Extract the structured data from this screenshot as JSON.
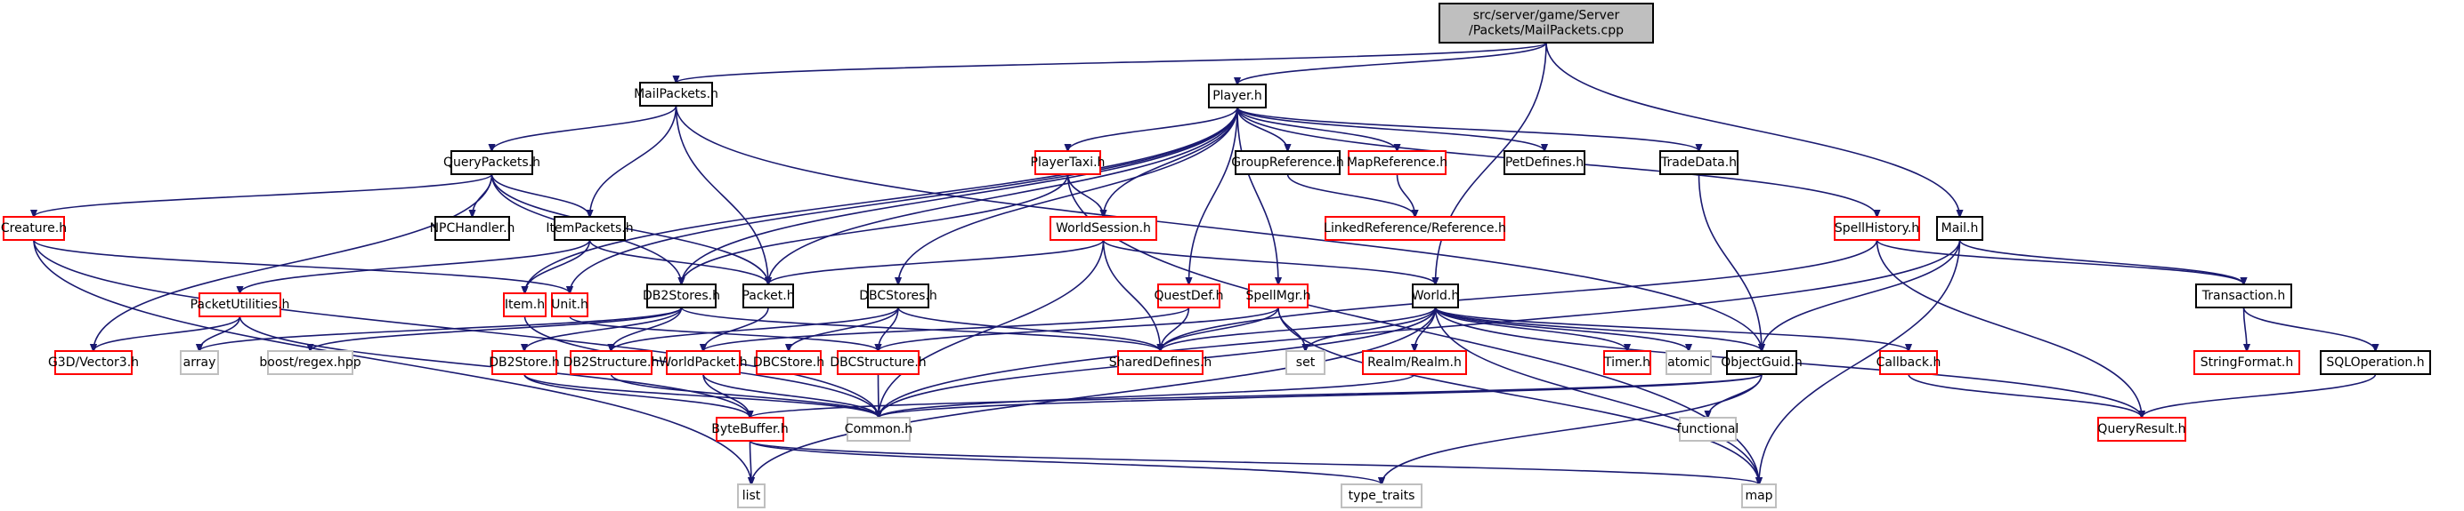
{
  "diagram": {
    "title": "Include dependency graph for MailPackets.cpp",
    "colors": {
      "edge": "#191970",
      "root_fill": "#bfbfbf",
      "documented_border": "#000000",
      "undocumented_border": "#ff0000",
      "system_border": "#bfbfbf"
    },
    "nodes": [
      {
        "id": "root",
        "label": "src/server/game/Server\n/Packets/MailPackets.cpp",
        "kind": "root"
      },
      {
        "id": "MailPackets",
        "label": "MailPackets.h",
        "kind": "documented"
      },
      {
        "id": "Player",
        "label": "Player.h",
        "kind": "documented"
      },
      {
        "id": "QueryPackets",
        "label": "QueryPackets.h",
        "kind": "documented"
      },
      {
        "id": "PlayerTaxi",
        "label": "PlayerTaxi.h",
        "kind": "incomplete"
      },
      {
        "id": "GroupReference",
        "label": "GroupReference.h",
        "kind": "documented"
      },
      {
        "id": "MapReference",
        "label": "MapReference.h",
        "kind": "incomplete"
      },
      {
        "id": "PetDefines",
        "label": "PetDefines.h",
        "kind": "documented"
      },
      {
        "id": "TradeData",
        "label": "TradeData.h",
        "kind": "documented"
      },
      {
        "id": "Creature",
        "label": "Creature.h",
        "kind": "incomplete"
      },
      {
        "id": "NPCHandler",
        "label": "NPCHandler.h",
        "kind": "documented"
      },
      {
        "id": "ItemPackets",
        "label": "ItemPackets.h",
        "kind": "documented"
      },
      {
        "id": "WorldSession",
        "label": "WorldSession.h",
        "kind": "incomplete"
      },
      {
        "id": "LinkedReference",
        "label": "LinkedReference/Reference.h",
        "kind": "incomplete"
      },
      {
        "id": "SpellHistory",
        "label": "SpellHistory.h",
        "kind": "incomplete"
      },
      {
        "id": "Mail",
        "label": "Mail.h",
        "kind": "documented"
      },
      {
        "id": "PacketUtilities",
        "label": "PacketUtilities.h",
        "kind": "incomplete"
      },
      {
        "id": "Item",
        "label": "Item.h",
        "kind": "incomplete"
      },
      {
        "id": "Unit",
        "label": "Unit.h",
        "kind": "incomplete"
      },
      {
        "id": "DB2Stores",
        "label": "DB2Stores.h",
        "kind": "documented"
      },
      {
        "id": "Packet",
        "label": "Packet.h",
        "kind": "documented"
      },
      {
        "id": "DBCStores",
        "label": "DBCStores.h",
        "kind": "documented"
      },
      {
        "id": "QuestDef",
        "label": "QuestDef.h",
        "kind": "incomplete"
      },
      {
        "id": "SpellMgr",
        "label": "SpellMgr.h",
        "kind": "incomplete"
      },
      {
        "id": "World",
        "label": "World.h",
        "kind": "documented"
      },
      {
        "id": "Transaction",
        "label": "Transaction.h",
        "kind": "documented"
      },
      {
        "id": "G3DVector3",
        "label": "G3D/Vector3.h",
        "kind": "incomplete"
      },
      {
        "id": "array",
        "label": "array",
        "kind": "system"
      },
      {
        "id": "boostregex",
        "label": "boost/regex.hpp",
        "kind": "system"
      },
      {
        "id": "DB2Store",
        "label": "DB2Store.h",
        "kind": "incomplete"
      },
      {
        "id": "DB2Structure",
        "label": "DB2Structure.h",
        "kind": "incomplete"
      },
      {
        "id": "WorldPacket",
        "label": "WorldPacket.h",
        "kind": "incomplete"
      },
      {
        "id": "DBCStore",
        "label": "DBCStore.h",
        "kind": "incomplete"
      },
      {
        "id": "DBCStructure",
        "label": "DBCStructure.h",
        "kind": "incomplete"
      },
      {
        "id": "SharedDefines",
        "label": "SharedDefines.h",
        "kind": "incomplete"
      },
      {
        "id": "set",
        "label": "set",
        "kind": "system"
      },
      {
        "id": "Realm",
        "label": "Realm/Realm.h",
        "kind": "incomplete"
      },
      {
        "id": "Timer",
        "label": "Timer.h",
        "kind": "incomplete"
      },
      {
        "id": "atomic",
        "label": "atomic",
        "kind": "system"
      },
      {
        "id": "ObjectGuid",
        "label": "ObjectGuid.h",
        "kind": "documented"
      },
      {
        "id": "Callback",
        "label": "Callback.h",
        "kind": "incomplete"
      },
      {
        "id": "StringFormat",
        "label": "StringFormat.h",
        "kind": "incomplete"
      },
      {
        "id": "SQLOperation",
        "label": "SQLOperation.h",
        "kind": "documented"
      },
      {
        "id": "ByteBuffer",
        "label": "ByteBuffer.h",
        "kind": "incomplete"
      },
      {
        "id": "Common",
        "label": "Common.h",
        "kind": "system"
      },
      {
        "id": "functional",
        "label": "functional",
        "kind": "system"
      },
      {
        "id": "QueryResult",
        "label": "QueryResult.h",
        "kind": "incomplete"
      },
      {
        "id": "list",
        "label": "list",
        "kind": "system"
      },
      {
        "id": "type_traits",
        "label": "type_traits",
        "kind": "system"
      },
      {
        "id": "map",
        "label": "map",
        "kind": "system"
      }
    ],
    "edges": [
      [
        "root",
        "MailPackets"
      ],
      [
        "root",
        "Player"
      ],
      [
        "root",
        "World"
      ],
      [
        "root",
        "Mail"
      ],
      [
        "MailPackets",
        "QueryPackets"
      ],
      [
        "MailPackets",
        "ItemPackets"
      ],
      [
        "MailPackets",
        "Packet"
      ],
      [
        "MailPackets",
        "ObjectGuid"
      ],
      [
        "Player",
        "PlayerTaxi"
      ],
      [
        "Player",
        "GroupReference"
      ],
      [
        "Player",
        "MapReference"
      ],
      [
        "Player",
        "PetDefines"
      ],
      [
        "Player",
        "TradeData"
      ],
      [
        "Player",
        "SpellHistory"
      ],
      [
        "Player",
        "WorldSession"
      ],
      [
        "Player",
        "DBCStores"
      ],
      [
        "Player",
        "QuestDef"
      ],
      [
        "Player",
        "SpellMgr"
      ],
      [
        "Player",
        "Item"
      ],
      [
        "Player",
        "Unit"
      ],
      [
        "Player",
        "DB2Stores"
      ],
      [
        "Player",
        "Packet"
      ],
      [
        "QueryPackets",
        "Creature"
      ],
      [
        "QueryPackets",
        "NPCHandler"
      ],
      [
        "QueryPackets",
        "ItemPackets"
      ],
      [
        "QueryPackets",
        "Packet"
      ],
      [
        "QueryPackets",
        "DB2Stores"
      ],
      [
        "QueryPackets",
        "G3DVector3"
      ],
      [
        "PlayerTaxi",
        "WorldSession"
      ],
      [
        "PlayerTaxi",
        "DB2Stores"
      ],
      [
        "PlayerTaxi",
        "map"
      ],
      [
        "GroupReference",
        "LinkedReference"
      ],
      [
        "MapReference",
        "LinkedReference"
      ],
      [
        "TradeData",
        "ObjectGuid"
      ],
      [
        "Creature",
        "Unit"
      ],
      [
        "Creature",
        "Common"
      ],
      [
        "Creature",
        "list"
      ],
      [
        "ItemPackets",
        "PacketUtilities"
      ],
      [
        "ItemPackets",
        "Item"
      ],
      [
        "ItemPackets",
        "Packet"
      ],
      [
        "WorldSession",
        "Packet"
      ],
      [
        "WorldSession",
        "World"
      ],
      [
        "WorldSession",
        "SharedDefines"
      ],
      [
        "WorldSession",
        "Common"
      ],
      [
        "SpellHistory",
        "SharedDefines"
      ],
      [
        "SpellHistory",
        "Transaction"
      ],
      [
        "SpellHistory",
        "QueryResult"
      ],
      [
        "Mail",
        "Transaction"
      ],
      [
        "Mail",
        "ObjectGuid"
      ],
      [
        "Mail",
        "Common"
      ],
      [
        "Mail",
        "map"
      ],
      [
        "PacketUtilities",
        "G3DVector3"
      ],
      [
        "PacketUtilities",
        "array"
      ],
      [
        "PacketUtilities",
        "ByteBuffer"
      ],
      [
        "Item",
        "Common"
      ],
      [
        "Unit",
        "DBCStructure"
      ],
      [
        "DB2Stores",
        "array"
      ],
      [
        "DB2Stores",
        "boostregex"
      ],
      [
        "DB2Stores",
        "DB2Store"
      ],
      [
        "DB2Stores",
        "DB2Structure"
      ],
      [
        "DB2Stores",
        "SharedDefines"
      ],
      [
        "Packet",
        "WorldPacket"
      ],
      [
        "DBCStores",
        "DB2Structure"
      ],
      [
        "DBCStores",
        "DBCStore"
      ],
      [
        "DBCStores",
        "DBCStructure"
      ],
      [
        "DBCStores",
        "SharedDefines"
      ],
      [
        "QuestDef",
        "SharedDefines"
      ],
      [
        "QuestDef",
        "WorldPacket"
      ],
      [
        "SpellMgr",
        "SharedDefines"
      ],
      [
        "SpellMgr",
        "DBCStructure"
      ],
      [
        "SpellMgr",
        "set"
      ],
      [
        "SpellMgr",
        "map"
      ],
      [
        "World",
        "SharedDefines"
      ],
      [
        "World",
        "set"
      ],
      [
        "World",
        "Realm"
      ],
      [
        "World",
        "Timer"
      ],
      [
        "World",
        "atomic"
      ],
      [
        "World",
        "ObjectGuid"
      ],
      [
        "World",
        "Callback"
      ],
      [
        "World",
        "QueryResult"
      ],
      [
        "World",
        "Common"
      ],
      [
        "World",
        "list"
      ],
      [
        "World",
        "map"
      ],
      [
        "Transaction",
        "StringFormat"
      ],
      [
        "Transaction",
        "SQLOperation"
      ],
      [
        "DB2Store",
        "ByteBuffer"
      ],
      [
        "DB2Store",
        "Common"
      ],
      [
        "DB2Structure",
        "Common"
      ],
      [
        "WorldPacket",
        "ByteBuffer"
      ],
      [
        "WorldPacket",
        "Common"
      ],
      [
        "DBCStructure",
        "Common"
      ],
      [
        "Realm",
        "Common"
      ],
      [
        "ObjectGuid",
        "ByteBuffer"
      ],
      [
        "ObjectGuid",
        "Common"
      ],
      [
        "ObjectGuid",
        "functional"
      ],
      [
        "ObjectGuid",
        "type_traits"
      ],
      [
        "Callback",
        "QueryResult"
      ],
      [
        "SQLOperation",
        "QueryResult"
      ],
      [
        "ByteBuffer",
        "list"
      ],
      [
        "ByteBuffer",
        "map"
      ],
      [
        "ByteBuffer",
        "type_traits"
      ]
    ]
  }
}
